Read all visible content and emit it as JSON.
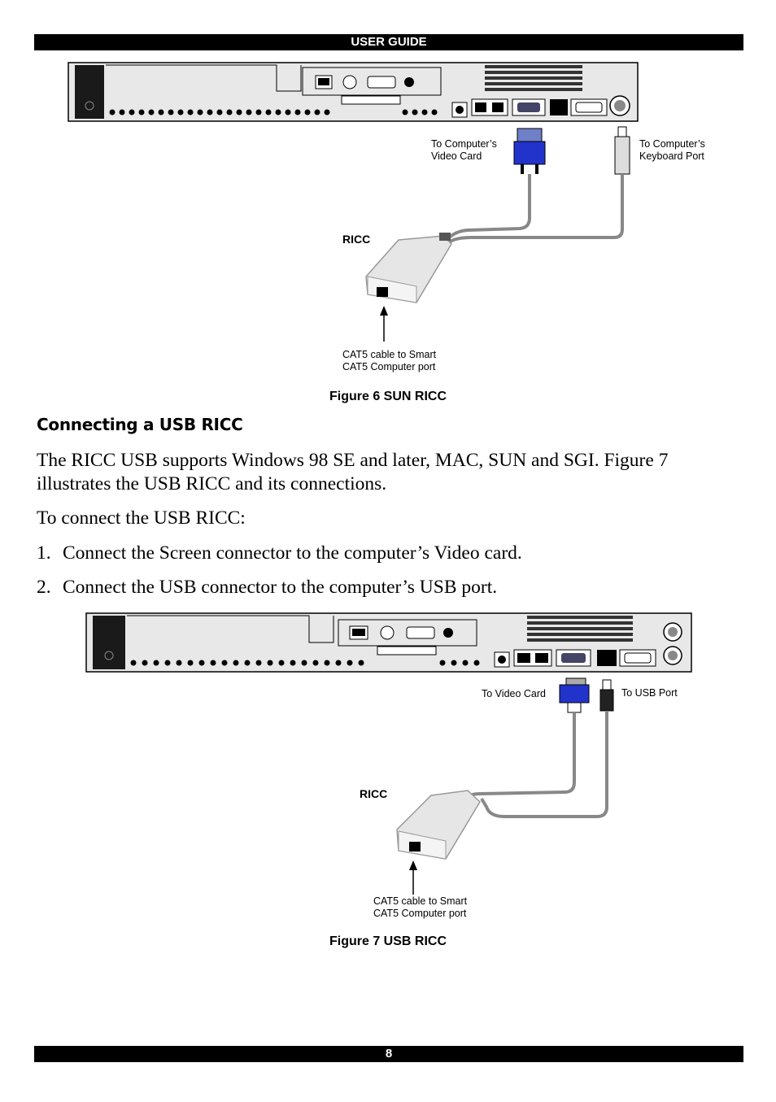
{
  "header": {
    "title": "USER GUIDE"
  },
  "figure6": {
    "labels": {
      "video": [
        "To Computer’s",
        "Video Card"
      ],
      "keyboard": [
        "To Computer’s",
        "Keyboard Port"
      ],
      "ricc": "RICC",
      "cat5": [
        "CAT5 cable to Smart",
        "CAT5 Computer port"
      ]
    },
    "caption": "Figure 6 SUN RICC"
  },
  "section": {
    "heading": "Connecting a USB RICC",
    "intro": "The RICC USB supports Windows 98 SE and later, MAC, SUN and SGI. Figure 7 illustrates the USB RICC and its connections.",
    "lead": "To connect the USB RICC:",
    "steps": [
      {
        "num": "1.",
        "text": "Connect the Screen connector to the computer’s Video card."
      },
      {
        "num": "2.",
        "text": "Connect the USB connector to the computer’s USB port."
      }
    ]
  },
  "figure7": {
    "labels": {
      "video": "To Video Card",
      "usb": "To USB Port",
      "ricc": "RICC",
      "cat5": [
        "CAT5 cable to Smart",
        "CAT5 Computer port"
      ]
    },
    "caption": "Figure 7 USB RICC"
  },
  "footer": {
    "page": "8"
  }
}
